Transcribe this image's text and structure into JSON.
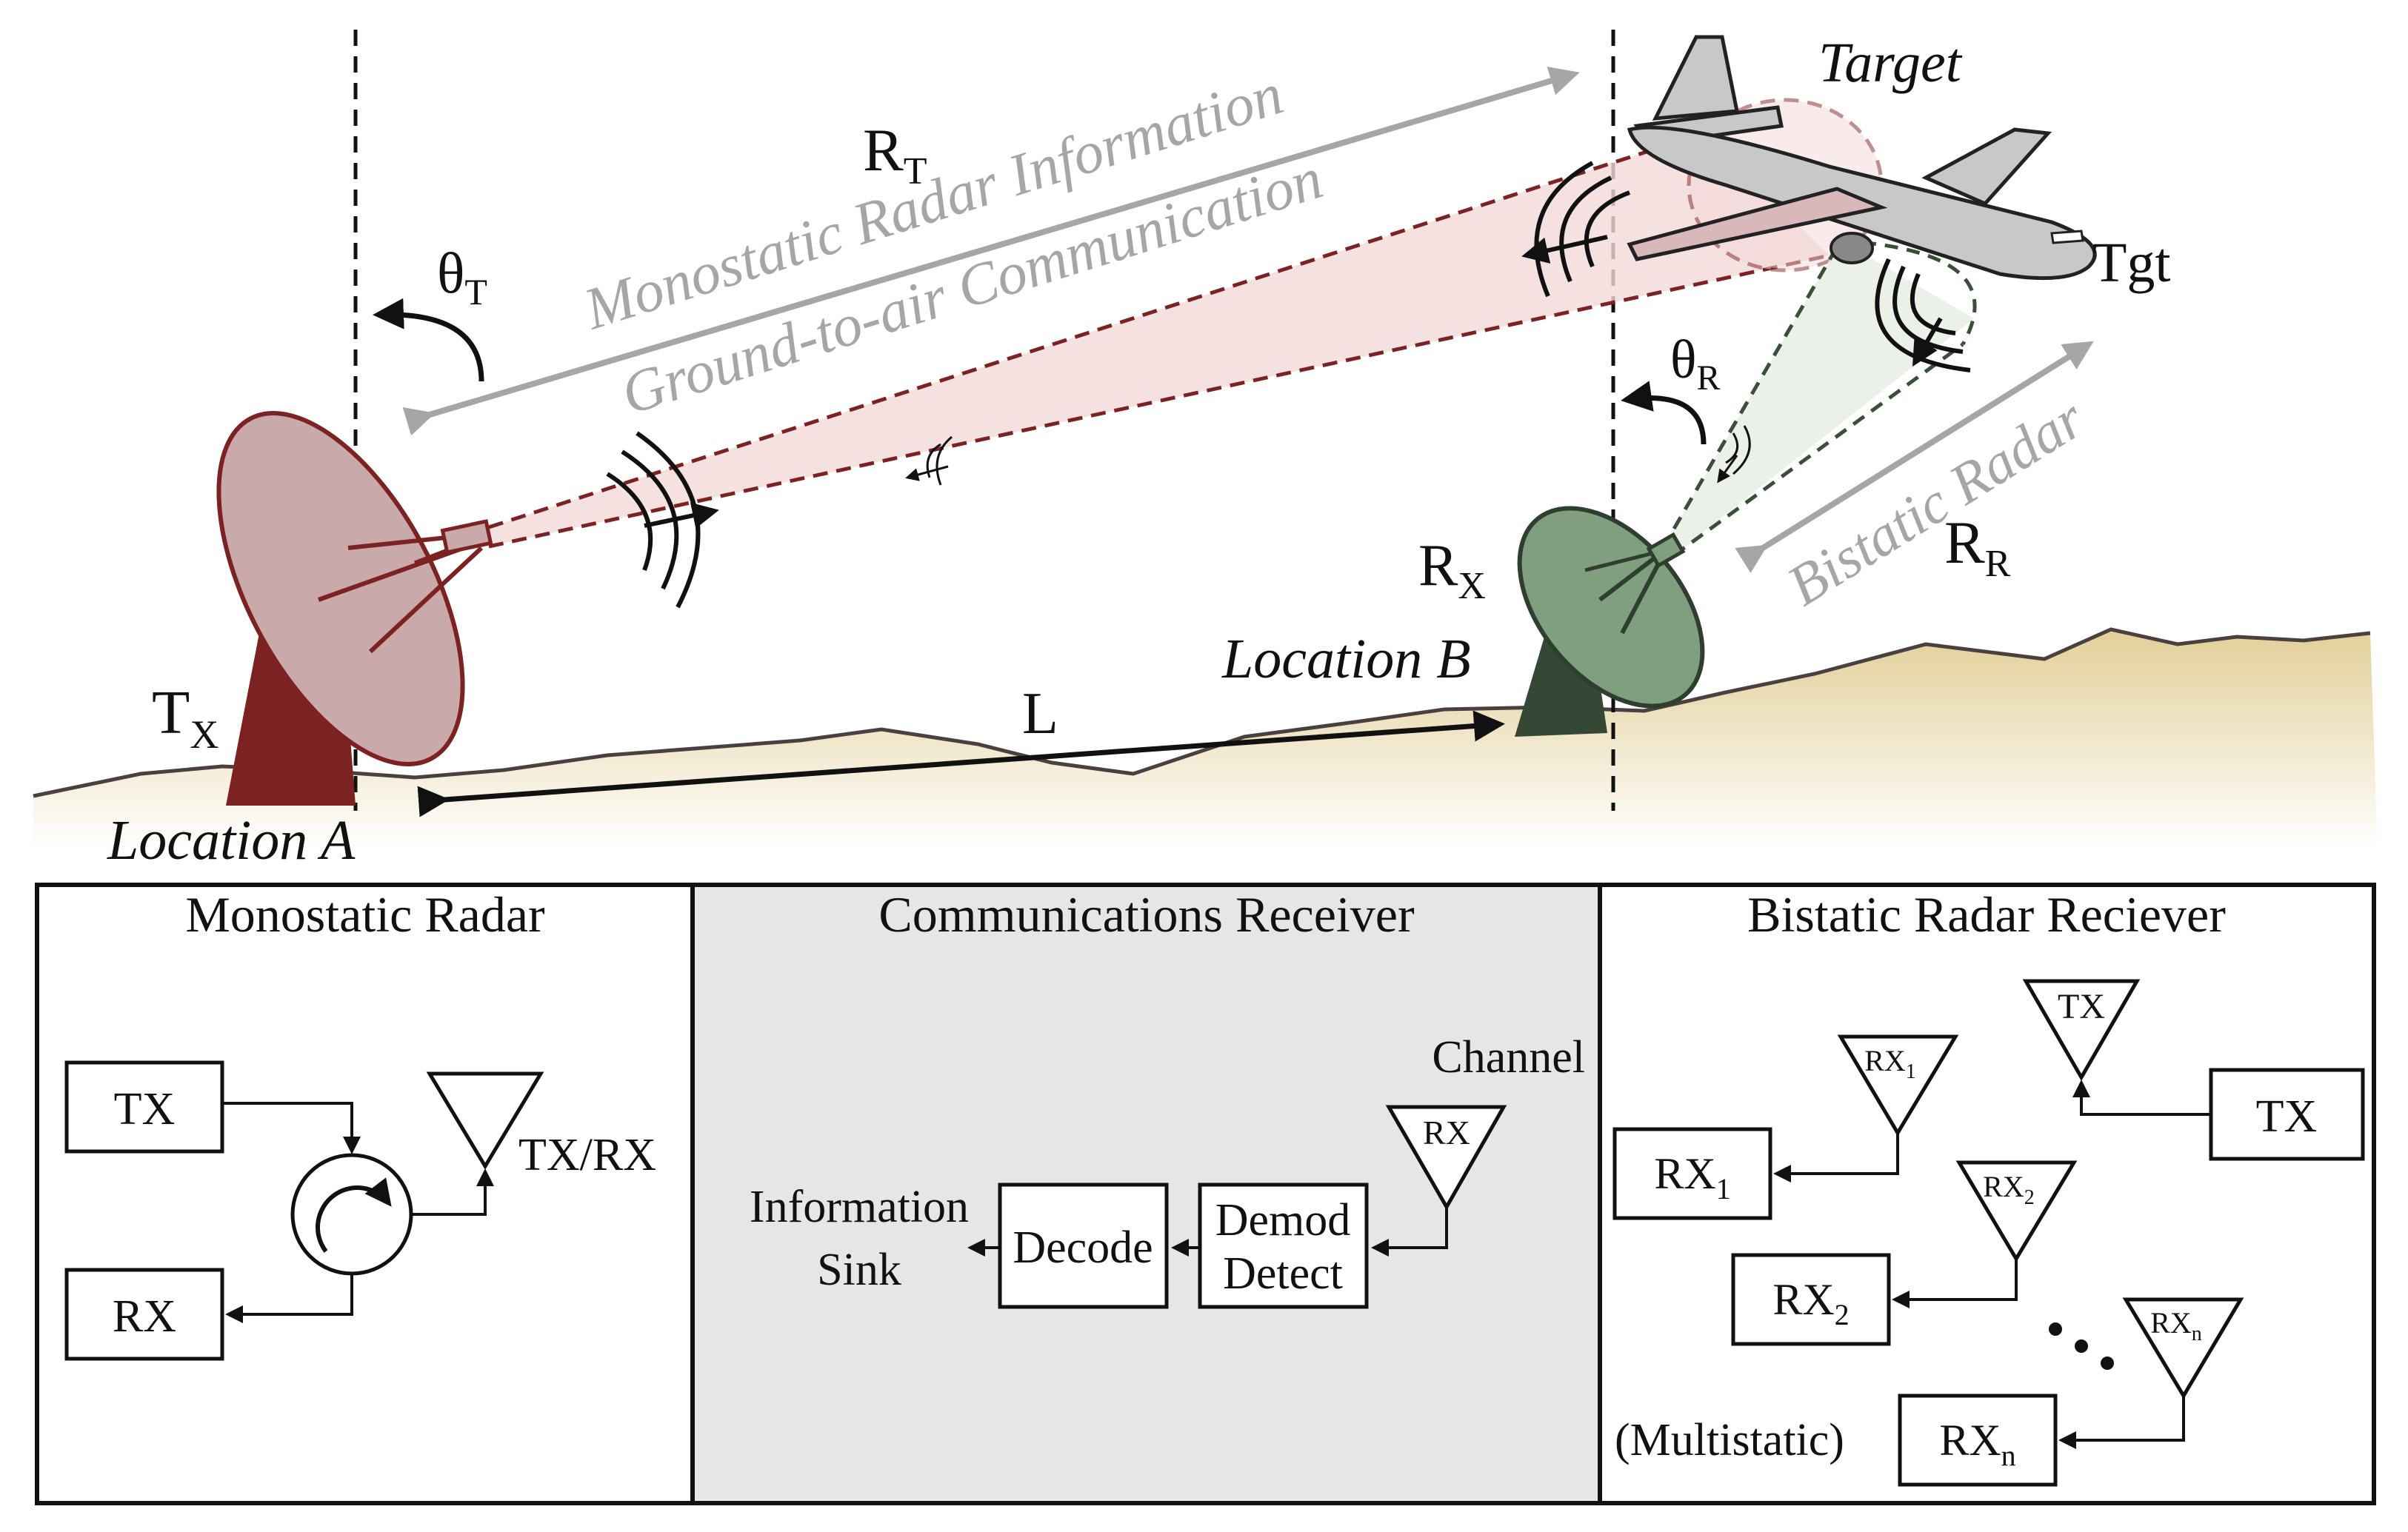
{
  "scene": {
    "target": "Target",
    "tgt": "Tgt",
    "r_t": "R",
    "r_t_sub": "T",
    "theta_t": "θ",
    "theta_t_sub": "T",
    "theta_r": "θ",
    "theta_r_sub": "R",
    "r_r": "R",
    "r_r_sub": "R",
    "rx_site": "R",
    "rx_site_sub": "X",
    "tx_site": "T",
    "tx_site_sub": "X",
    "baseline": "L",
    "location_a": "Location A",
    "location_b": "Location B",
    "monostatic_info": "Monostatic Radar Information",
    "ground_to_air": "Ground-to-air Communication",
    "bistatic_radar": "Bistatic Radar"
  },
  "panels": {
    "monostatic": {
      "title": "Monostatic Radar",
      "tx": "TX",
      "rx": "RX",
      "antenna": "TX/RX"
    },
    "comms": {
      "title": "Communications Receiver",
      "channel": "Channel",
      "rx": "RX",
      "demod_line1": "Demod",
      "demod_line2": "Detect",
      "decode": "Decode",
      "sink_line1": "Information",
      "sink_line2": "Sink"
    },
    "bistatic": {
      "title": "Bistatic Radar Reciever",
      "tx_antenna": "TX",
      "tx_box": "TX",
      "rx1_ant": "RX",
      "rx1_ant_sub": "1",
      "rx2_ant": "RX",
      "rx2_ant_sub": "2",
      "rxn_ant": "RX",
      "rxn_ant_sub": "n",
      "rx1_box": "RX",
      "rx1_box_sub": "1",
      "rx2_box": "RX",
      "rx2_box_sub": "2",
      "rxn_box": "RX",
      "rxn_box_sub": "n",
      "multistatic": "(Multistatic)"
    }
  },
  "colors": {
    "tx_dish": "#7d2222",
    "rx_dish": "#3a4f3a",
    "ground": "#e6d4a2",
    "beam": "#f3d6d6",
    "label_gray": "#a6a6a6",
    "panel_gray": "#e6e6e6"
  }
}
